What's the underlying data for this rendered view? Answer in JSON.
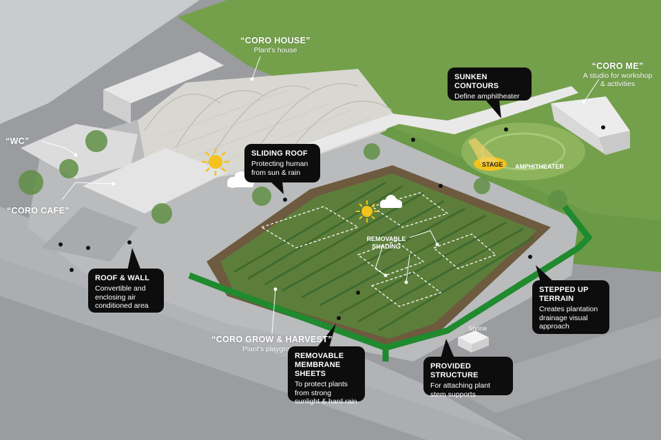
{
  "labels": {
    "coro_house": {
      "title": "“CORO HOUSE”",
      "desc": "Plant’s house"
    },
    "coro_me": {
      "title": "“CORO ME”",
      "desc": "A studio for workshop & activities"
    },
    "wc": {
      "title": "“WC”"
    },
    "coro_cafe": {
      "title": "“CORO CAFE”"
    },
    "coro_grow": {
      "title": "“CORO GROW & HARVEST”",
      "desc": "Plant’s playground"
    }
  },
  "callouts": {
    "sunken_contours": {
      "title": "SUNKEN CONTOURS",
      "desc": "Define amphitheater"
    },
    "sliding_roof": {
      "title": "SLIDING ROOF",
      "desc": "Protecting human from sun & rain"
    },
    "roof_wall": {
      "title": "ROOF & WALL",
      "desc": "Convertible and enclosing air conditioned area"
    },
    "stepped_terrain": {
      "title": "STEPPED UP TERRAIN",
      "desc": "Creates plantation drainage visual approach"
    },
    "membrane": {
      "title": "REMOVABLE MEMBRANE SHEETS",
      "desc": "To protect plants from strong sunlight & hard rain"
    },
    "structure": {
      "title": "PROVIDED STRUCTURE",
      "desc": "For attaching plant stem supports"
    }
  },
  "map_labels": {
    "stage": "STAGE",
    "amphitheater": "AMPHITHEATER",
    "removable_shading": "REMOVABLE SHADING",
    "shrine": "Shrine"
  },
  "colors": {
    "ground_grey": "#9a9c9f",
    "grass": "#6f9a47",
    "grass_dark": "#587e38",
    "field_soil": "#6e5a3f",
    "crops": "#4a7a3c",
    "hedge": "#1f8a2e",
    "sun": "#f4c21c",
    "callout_bg": "#0d0d0d"
  }
}
